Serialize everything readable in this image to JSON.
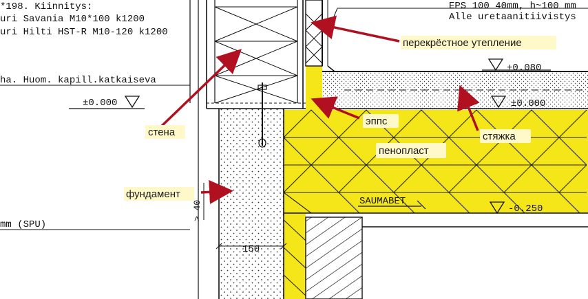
{
  "drawing_text": {
    "line1": "*198. Kiinnitys:",
    "line2": "uri Savania M10*100 k1200",
    "line3": "uri Hilti HST-R M10-120 k1200",
    "line4": "ha. Huom. kapill.katkaiseva",
    "level_zero_left": "±0.000",
    "eps_line1": "EPS 100 40mm, h~100 mm",
    "eps_line2": "Alle uretaanitiivistys",
    "level_plus": "+0.080",
    "level_zero_right": "±0.000",
    "level_minus": "-0.250",
    "saumabet": "SAUMABET",
    "dim_150": "150",
    "dim_40": "> 40",
    "spu": "mm (SPU)"
  },
  "annotations": {
    "cross_insulation": "перекрёстное утепление",
    "wall": "стена",
    "epps": "эппс",
    "screed": "стяжка",
    "foam": "пенопласт",
    "foundation": "фундамент"
  },
  "colors": {
    "insulation_yellow": "#f5e61a",
    "arrow_red": "#b01020",
    "line": "#111111"
  }
}
